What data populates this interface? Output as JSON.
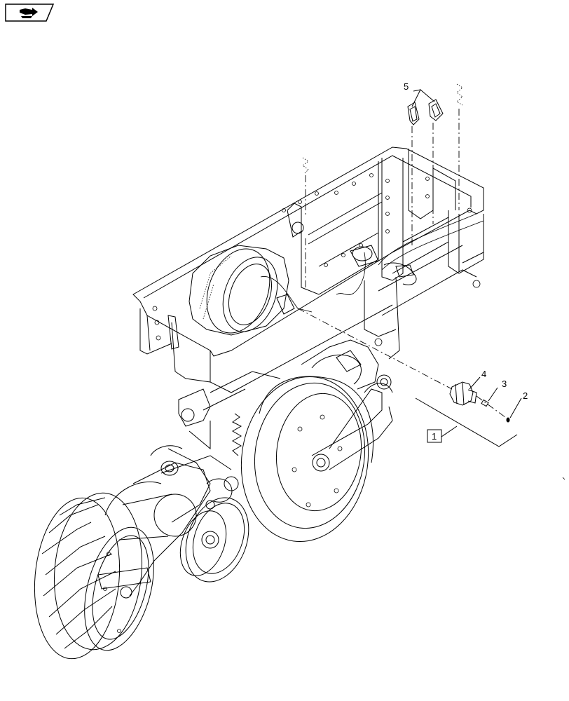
{
  "navigation": {
    "icon": "forward-arrow-icon"
  },
  "callouts": {
    "item_1": "1",
    "item_2": "2",
    "item_3": "3",
    "item_4": "4",
    "item_5": "5"
  }
}
